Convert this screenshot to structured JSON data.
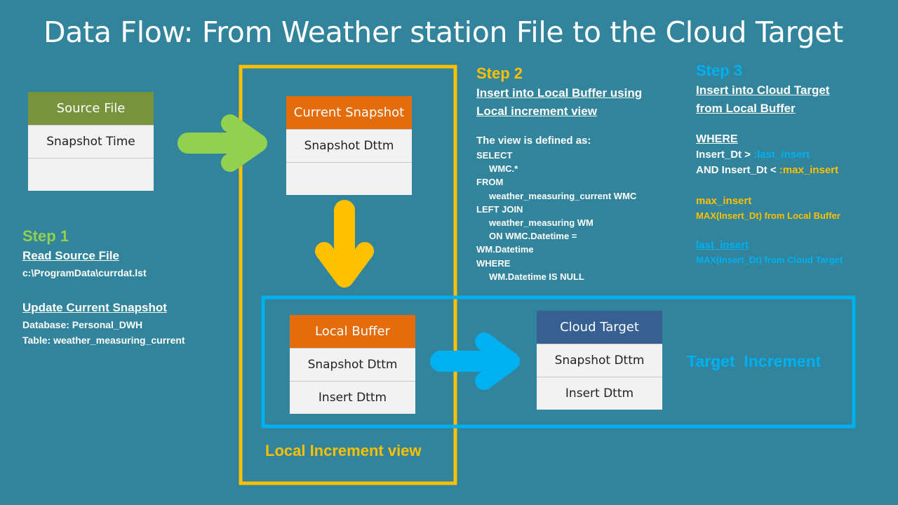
{
  "title": "Data Flow: From Weather station File to the Cloud  Target",
  "colors": {
    "background": "#31849b",
    "green": "#92d050",
    "yellow": "#ffc000",
    "cyan": "#00b0f0",
    "orange": "#e46c0a",
    "olive": "#77933c",
    "navy": "#376092"
  },
  "source_file": {
    "header": "Source File",
    "rows": [
      "Snapshot Time",
      ""
    ]
  },
  "current_snapshot": {
    "header": "Current Snapshot",
    "rows": [
      "Snapshot Dttm",
      ""
    ]
  },
  "local_buffer": {
    "header": "Local Buffer",
    "rows": [
      "Snapshot Dttm",
      "Insert Dttm"
    ]
  },
  "cloud_target": {
    "header": "Cloud Target",
    "rows": [
      "Snapshot Dttm",
      "Insert Dttm"
    ]
  },
  "step1": {
    "heading": "Step 1",
    "read_label": "Read Source File",
    "read_path": "c:\\ProgramData\\currdat.lst",
    "update_label": "Update Current Snapshot",
    "database": "Database: Personal_DWH",
    "table": "Table: weather_measuring_current"
  },
  "step2": {
    "heading": "Step 2",
    "line1": "Insert into Local Buffer using",
    "line2": "Local increment view",
    "defined": "The view is defined as:",
    "sql": [
      "SELECT",
      "     WMC.*",
      "FROM",
      "     weather_measuring_current WMC",
      "LEFT JOIN",
      "     weather_measuring WM",
      "     ON WMC.Datetime =",
      "WM.Datetime",
      "WHERE",
      "     WM.Datetime IS NULL"
    ]
  },
  "step3": {
    "heading": "Step 3",
    "line1": "Insert into Cloud Target",
    "line2": "from Local Buffer",
    "where": "WHERE",
    "cond1_prefix": "Insert_Dt > ",
    "cond1_var": ":last_insert",
    "cond2_prefix": "AND Insert_Dt < ",
    "cond2_var": ":max_insert",
    "max_label": "max_insert",
    "max_def": "MAX(Insert_Dt) from Local Buffer",
    "last_label": "last_insert",
    "last_def": "MAX(Insert_Dt) from Cloud Target"
  },
  "local_increment_label": "Local Increment view",
  "target_increment_label": "Target  Increment"
}
